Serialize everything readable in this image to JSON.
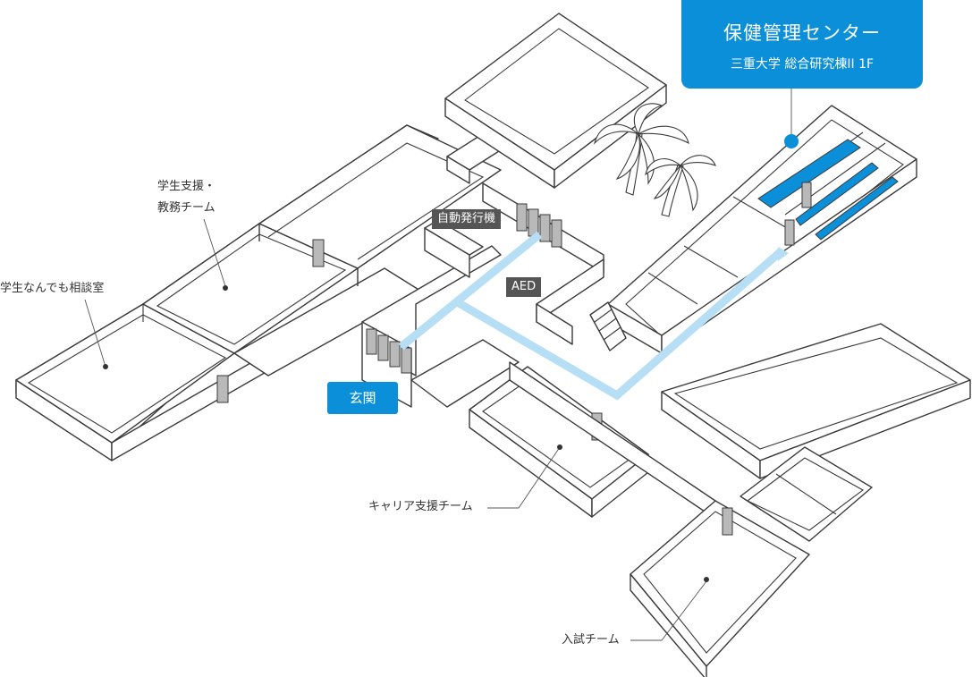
{
  "facility": {
    "name": "保健管理センター",
    "location": "三重大学 総合研究棟II 1F"
  },
  "labels": {
    "student_support": "学生支援・\n教務チーム",
    "consultation_room": "学生なんでも相談室",
    "ticket_machine": "自動発行機",
    "aed": "AED",
    "entrance": "玄関",
    "career_support": "キャリア支援チーム",
    "admissions": "入試チーム"
  },
  "icons": [
    "palm-tree-icon",
    "stairs-icon"
  ],
  "colors": {
    "accent": "#0a8fd8",
    "route": "#b6def4",
    "tag_dark": "#555555",
    "door": "#b9b9b9"
  }
}
